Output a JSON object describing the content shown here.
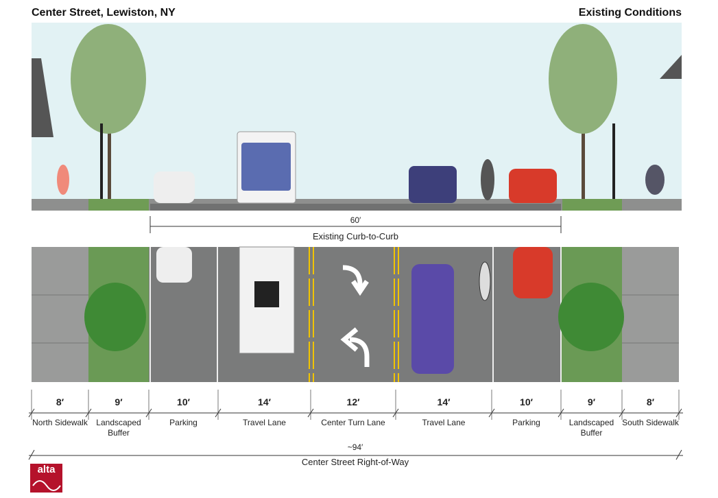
{
  "header": {
    "title": "Center Street, Lewiston, NY",
    "subtitle": "Existing Conditions"
  },
  "curb_to_curb": {
    "width": "60′",
    "label": "Existing Curb-to-Curb"
  },
  "segments": [
    {
      "width": "8′",
      "label": "North Sidewalk",
      "type": "sidewalk"
    },
    {
      "width": "9′",
      "label": "Landscaped Buffer",
      "type": "buffer"
    },
    {
      "width": "10′",
      "label": "Parking",
      "type": "parking"
    },
    {
      "width": "14′",
      "label": "Travel Lane",
      "type": "lane"
    },
    {
      "width": "12′",
      "label": "Center Turn Lane",
      "type": "turn"
    },
    {
      "width": "14′",
      "label": "Travel Lane",
      "type": "lane"
    },
    {
      "width": "10′",
      "label": "Parking",
      "type": "parking"
    },
    {
      "width": "9′",
      "label": "Landscaped Buffer",
      "type": "buffer"
    },
    {
      "width": "8′",
      "label": "South Sidewalk",
      "type": "sidewalk"
    }
  ],
  "right_of_way": {
    "width": "~94′",
    "label": "Center Street Right-of-Way"
  },
  "logo": {
    "text": "alta"
  },
  "colors": {
    "sky": "#dff0f3",
    "road": "#7a7b7b",
    "sidewalk": "#9a9b9a",
    "buffer": "#6a9a55",
    "stripe": "#f2c400",
    "brand": "#b5122b"
  }
}
